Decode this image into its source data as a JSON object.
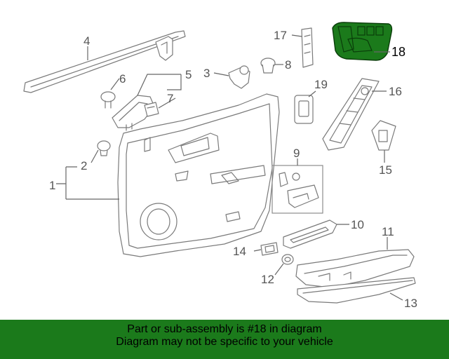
{
  "diagram": {
    "callouts": [
      {
        "id": "1",
        "label": "1"
      },
      {
        "id": "2",
        "label": "2"
      },
      {
        "id": "3",
        "label": "3"
      },
      {
        "id": "4",
        "label": "4"
      },
      {
        "id": "5",
        "label": "5"
      },
      {
        "id": "6",
        "label": "6"
      },
      {
        "id": "7",
        "label": "7"
      },
      {
        "id": "8",
        "label": "8"
      },
      {
        "id": "9",
        "label": "9"
      },
      {
        "id": "10",
        "label": "10"
      },
      {
        "id": "11",
        "label": "11"
      },
      {
        "id": "12",
        "label": "12"
      },
      {
        "id": "13",
        "label": "13"
      },
      {
        "id": "14",
        "label": "14"
      },
      {
        "id": "15",
        "label": "15"
      },
      {
        "id": "16",
        "label": "16"
      },
      {
        "id": "17",
        "label": "17"
      },
      {
        "id": "18",
        "label": "18"
      },
      {
        "id": "19",
        "label": "19"
      }
    ],
    "highlighted_part": "18",
    "highlight_color": "#1b7a1b"
  },
  "banner": {
    "line1": "Part or sub-assembly is #18 in diagram",
    "line2": "Diagram may not be specific to your vehicle",
    "background": "#1b7a1b"
  }
}
